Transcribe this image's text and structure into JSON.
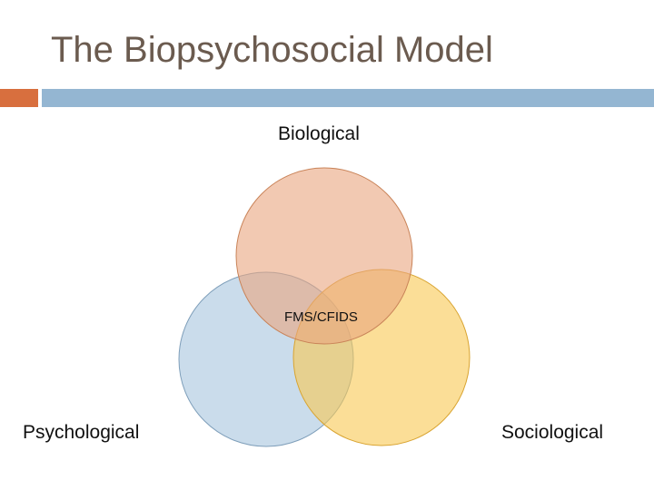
{
  "slide": {
    "title": "The Biopsychosocial Model"
  },
  "colors": {
    "accent_orange": "#d86f3e",
    "accent_blue": "#94b6d2",
    "biological_fill": "#e9a57f",
    "psychological_fill": "#a7c4dd",
    "sociological_fill": "#f8c851",
    "title_color": "#6b5b4f"
  },
  "diagram": {
    "type": "venn",
    "biological_label": "Biological",
    "psychological_label": "Psychological",
    "sociological_label": "Sociological",
    "center_label": "FMS/CFIDS"
  }
}
